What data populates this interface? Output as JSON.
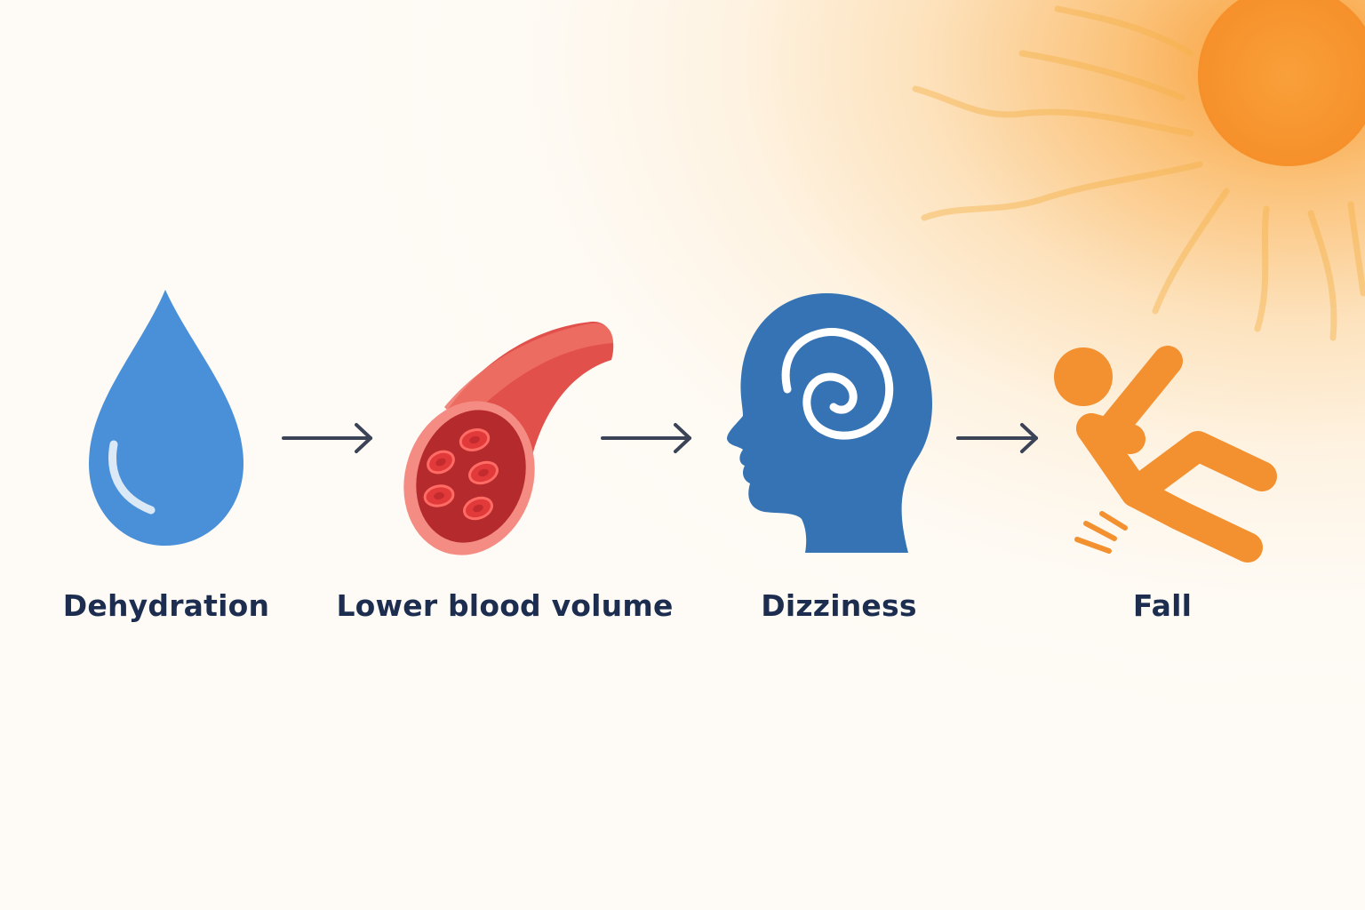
{
  "colors": {
    "label_text": "#1c2d4f",
    "arrow": "#3b4356",
    "water_blue": "#4a90d9",
    "vessel_red": "#e2504b",
    "head_blue": "#3573b4",
    "figure_orange": "#f39030",
    "sun_orange": "#f7962a"
  },
  "icons": {
    "sun": "sun-icon",
    "step1": "water-drop-icon",
    "step2": "blood-vessel-icon",
    "step3": "dizzy-head-icon",
    "step4": "falling-person-icon",
    "connector": "arrow-right-icon"
  },
  "steps": [
    {
      "label": "Dehydration"
    },
    {
      "label": "Lower blood volume"
    },
    {
      "label": "Dizziness"
    },
    {
      "label": "Fall"
    }
  ]
}
